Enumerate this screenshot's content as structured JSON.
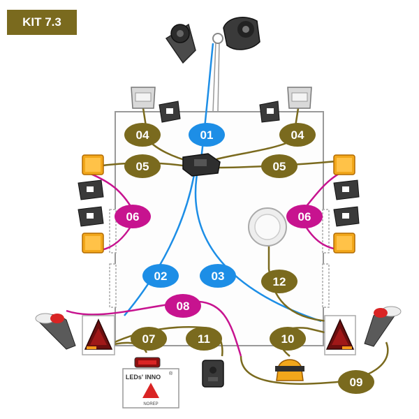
{
  "title": "KIT 7.3",
  "colors": {
    "olive": "#7a6a1e",
    "blue": "#1d8ee6",
    "magenta": "#c7138f",
    "title_bg": "#7a6a1e"
  },
  "badges": {
    "b01": {
      "label": "01",
      "color": "blue"
    },
    "b02": {
      "label": "02",
      "color": "blue"
    },
    "b03": {
      "label": "03",
      "color": "blue"
    },
    "b04l": {
      "label": "04",
      "color": "olive"
    },
    "b04r": {
      "label": "04",
      "color": "olive"
    },
    "b05l": {
      "label": "05",
      "color": "olive"
    },
    "b05r": {
      "label": "05",
      "color": "olive"
    },
    "b06l": {
      "label": "06",
      "color": "magenta"
    },
    "b06r": {
      "label": "06",
      "color": "magenta"
    },
    "b07": {
      "label": "07",
      "color": "olive"
    },
    "b08": {
      "label": "08",
      "color": "magenta"
    },
    "b09": {
      "label": "09",
      "color": "olive"
    },
    "b10": {
      "label": "10",
      "color": "olive"
    },
    "b11": {
      "label": "11",
      "color": "olive"
    },
    "b12": {
      "label": "12",
      "color": "olive"
    }
  },
  "plate": {
    "brand": "LEDs' INNO",
    "reg": "®",
    "sub": "NOREP"
  }
}
